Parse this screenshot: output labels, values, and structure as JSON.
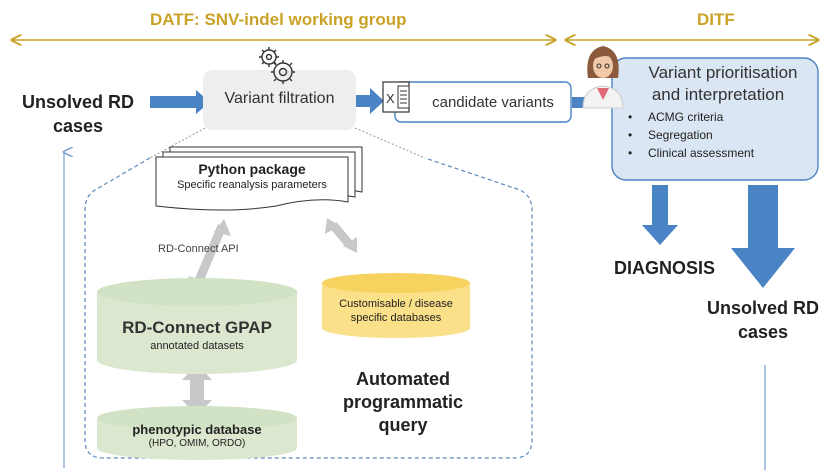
{
  "header": {
    "datf_title": "DATF: SNV-indel working group",
    "ditf_title": "DITF"
  },
  "left_input": {
    "label": "Unsolved RD cases"
  },
  "variant_filtration": {
    "label": "Variant filtration",
    "icon": "gears-icon"
  },
  "candidate": {
    "label": "candidate variants",
    "icon": "excel-file-icon"
  },
  "interpretation": {
    "title_line1": "Variant prioritisation",
    "title_line2": "and interpretation",
    "bullets": [
      "ACMG criteria",
      "Segregation",
      "Clinical assessment"
    ],
    "icon": "doctor-avatar-icon"
  },
  "python_package": {
    "title": "Python package",
    "subtitle": "Specific reanalysis parameters"
  },
  "api_label": "RD-Connect API",
  "gpap": {
    "title": "RD-Connect GPAP",
    "subtitle": "annotated datasets"
  },
  "custom_db": {
    "line1": "Customisable / disease",
    "line2": "specific databases"
  },
  "pheno_db": {
    "title": "phenotypic database",
    "subtitle": "(HPO, OMIM, ORDO)"
  },
  "automated": {
    "line1": "Automated",
    "line2": "programmatic",
    "line3": "query"
  },
  "diagnosis": {
    "label": "DIAGNOSIS"
  },
  "right_output": {
    "line1": "Unsolved RD",
    "line2": "cases"
  },
  "colors": {
    "gold": "#c9a227",
    "arrow_blue": "#4a84c4",
    "panel_blue": "#dbe6f4",
    "green": "#dbe8cf",
    "yellow": "#fbe08a"
  }
}
